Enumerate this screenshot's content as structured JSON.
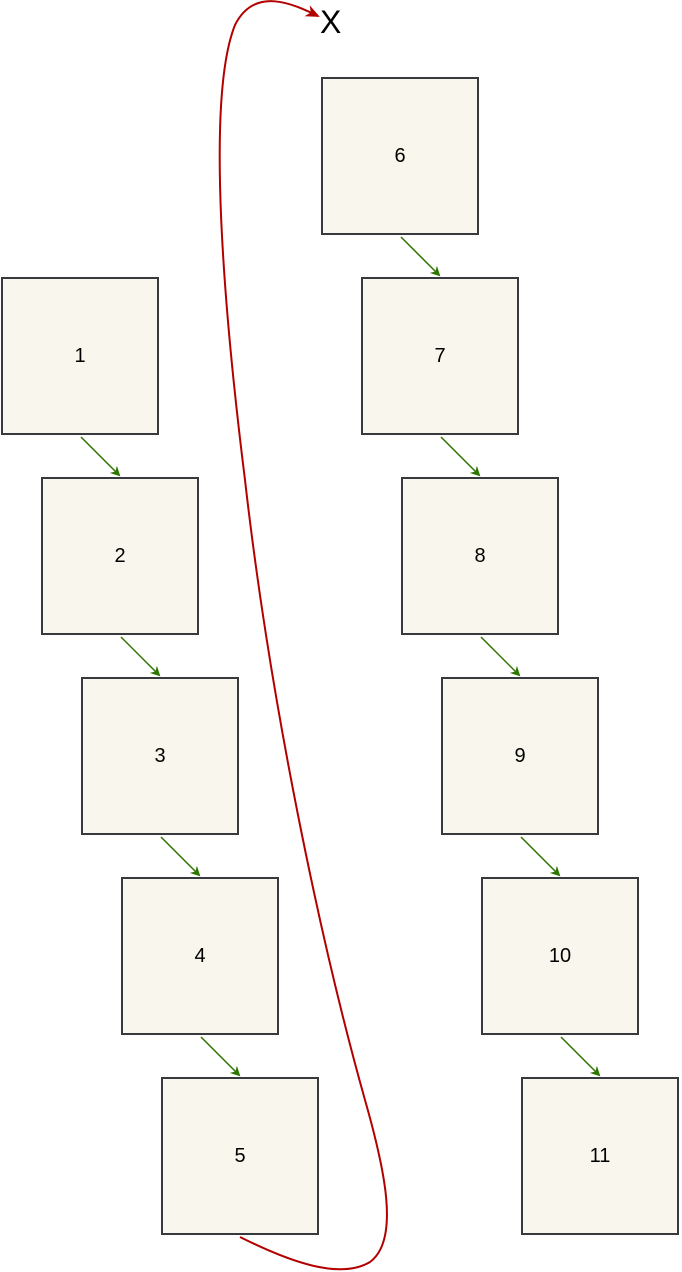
{
  "diagram": {
    "nodes": [
      {
        "id": "1",
        "label": "1"
      },
      {
        "id": "2",
        "label": "2"
      },
      {
        "id": "3",
        "label": "3"
      },
      {
        "id": "4",
        "label": "4"
      },
      {
        "id": "5",
        "label": "5"
      },
      {
        "id": "6",
        "label": "6"
      },
      {
        "id": "7",
        "label": "7"
      },
      {
        "id": "8",
        "label": "8"
      },
      {
        "id": "9",
        "label": "9"
      },
      {
        "id": "10",
        "label": "10"
      },
      {
        "id": "11",
        "label": "11"
      }
    ],
    "edges": [
      {
        "from": "1",
        "to": "2",
        "color": "#2d7600"
      },
      {
        "from": "2",
        "to": "3",
        "color": "#2d7600"
      },
      {
        "from": "3",
        "to": "4",
        "color": "#2d7600"
      },
      {
        "from": "4",
        "to": "5",
        "color": "#2d7600"
      },
      {
        "from": "6",
        "to": "7",
        "color": "#2d7600"
      },
      {
        "from": "7",
        "to": "8",
        "color": "#2d7600"
      },
      {
        "from": "8",
        "to": "9",
        "color": "#2d7600"
      },
      {
        "from": "9",
        "to": "10",
        "color": "#2d7600"
      },
      {
        "from": "10",
        "to": "11",
        "color": "#2d7600"
      },
      {
        "from": "5",
        "to": "X",
        "color": "#b20000"
      }
    ],
    "target_label": "X",
    "colors": {
      "node_fill": "#f9f7ed",
      "node_border": "#36393d",
      "green_arrow": "#2d7600",
      "red_arrow": "#b20000"
    }
  }
}
